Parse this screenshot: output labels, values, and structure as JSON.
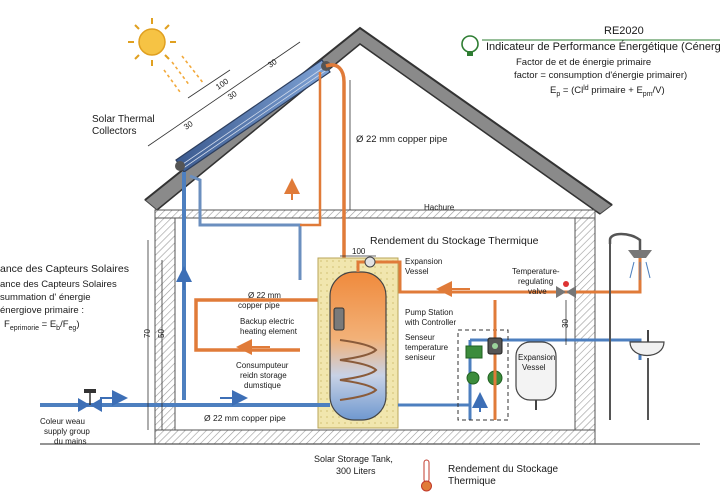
{
  "performance": {
    "badge": "RE2020",
    "title": "Indicateur de Performance Énergétique (Cénergé",
    "line1": "Factor de et de énergie primaire",
    "line2": "factor = consumption d'énergie primairer)",
    "formula_base": "E",
    "formula_base_sub": "p",
    "formula_mid": " = (Cl",
    "formula_mid_sup": "ld",
    "formula_mid2": " primaire + E",
    "formula_mid2_sub": "pm",
    "formula_end": "/V)"
  },
  "collectors": {
    "label_line1": "Solar Thermal",
    "label_line2": "Collectors",
    "dim_100": "100",
    "dim_30a": "30",
    "dim_30b": "30",
    "dim_30c": "30"
  },
  "labels": {
    "copper_pipe_top": "Ø 22 mm copper pipe",
    "hachure": "Hachure",
    "rendement_top": "Rendement du Stockage Thermique",
    "dim_tank_top": "100",
    "expansion_vessel_small_1": "Expansion",
    "expansion_vessel_small_2": "Vessel",
    "copper_pipe_mid_1": "Ø 22 mm",
    "copper_pipe_mid_2": "copper pipe",
    "backup_1": "Backup electric",
    "backup_2": "heating element",
    "pump_1": "Pump Station",
    "pump_2": "with Controller",
    "senseur_1": "Senseur",
    "senseur_2": "temperature",
    "senseur_3": "seniseur",
    "temp_valve_1": "Temperature-",
    "temp_valve_2": "regulating",
    "temp_valve_3": "valve",
    "expansion_big_1": "Expansion",
    "expansion_big_2": "Vessel",
    "consum_1": "Consumputeur",
    "consum_2": "reidn storage",
    "consum_3": "dumstique",
    "copper_pipe_bottom": "Ø 22 mm copper pipe",
    "cold_1": "Coleur weau",
    "cold_2": "supply group",
    "cold_3": "du mains",
    "tank_1": "Solar Storage Tank,",
    "tank_2": "300 Liters",
    "rendement_bottom_1": "Rendement du Stockage",
    "rendement_bottom_2": "Thermique",
    "dim_70": "70",
    "dim_50": "50",
    "dim_30_right": "30"
  },
  "left_panel": {
    "title": "ance des Capteurs Solaires",
    "line1": "ance des Capteurs Solaires",
    "line2": "summation d' énergie",
    "line3": "énergiove primaire :",
    "formula_pre": "F",
    "formula_pre_sub": "eprimorie",
    "formula_mid": " = E",
    "formula_mid_sub": "b",
    "formula_end": "/F",
    "formula_end_sub": "eg",
    "formula_close": ")"
  },
  "colors": {
    "hot": "#e07b39",
    "cold": "#4d7fbf",
    "roof": "#555555",
    "wall_hatch": "#9a9a9a",
    "tank_insulation": "#efe3a6",
    "accent_green": "#2e7d32"
  }
}
